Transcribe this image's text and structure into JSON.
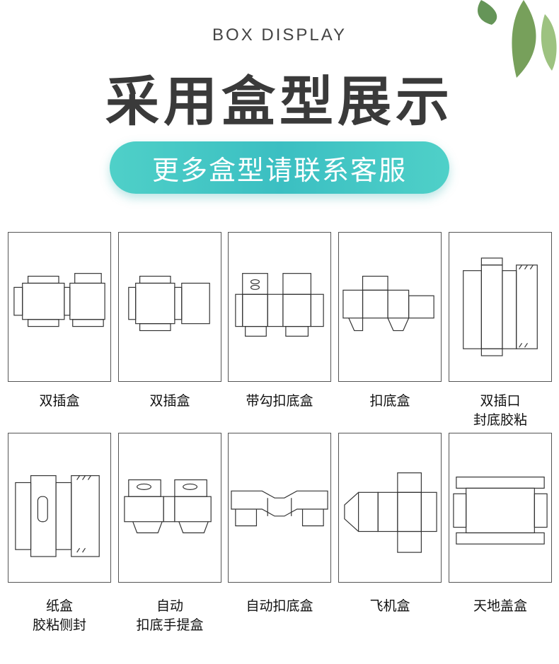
{
  "header": {
    "eyebrow": "BOX DISPLAY",
    "title": "采用盒型展示",
    "cta": "更多盒型请联系客服"
  },
  "boxes": [
    {
      "lines": [
        "双插盒"
      ]
    },
    {
      "lines": [
        "双插盒"
      ]
    },
    {
      "lines": [
        "带勾扣底盒"
      ]
    },
    {
      "lines": [
        "扣底盒"
      ]
    },
    {
      "lines": [
        "双插口",
        "封底胶粘"
      ]
    },
    {
      "lines": [
        "纸盒",
        "胶粘侧封"
      ]
    },
    {
      "lines": [
        "自动",
        "扣底手提盒"
      ]
    },
    {
      "lines": [
        "自动扣底盒"
      ]
    },
    {
      "lines": [
        "飞机盒"
      ]
    },
    {
      "lines": [
        "天地盖盒"
      ]
    }
  ],
  "icons": {
    "leaf": "leaf-icon",
    "box": "box-dieline-icon"
  }
}
